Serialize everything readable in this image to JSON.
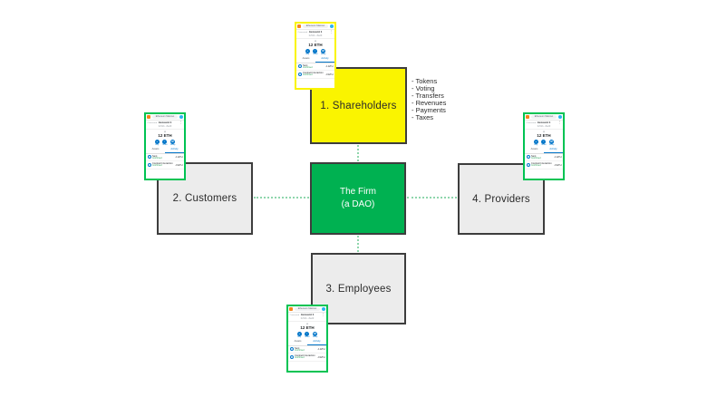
{
  "colors": {
    "yellow": "#FAF400",
    "green": "#00B151",
    "wallet-green": "#00C353",
    "gray-fill": "#ECECEC",
    "box-border": "#3D3D3D",
    "dotted": "#8FD6AC",
    "text": "#2B2B2B",
    "metamask-orange": "#F6851B",
    "metamask-blue": "#0376C9"
  },
  "boxes": {
    "shareholders": {
      "label": "1. Shareholders"
    },
    "customers": {
      "label": "2. Customers"
    },
    "employees": {
      "label": "3. Employees"
    },
    "providers": {
      "label": "4. Providers"
    },
    "firm": {
      "line1": "The Firm",
      "line2": "(a DAO)"
    }
  },
  "shareholder_attributes": [
    "- Tokens",
    "- Voting",
    "- Transfers",
    "- Revenues",
    "- Payments",
    "- Taxes"
  ],
  "connections": [
    "firm-shareholders",
    "firm-customers",
    "firm-providers",
    "firm-employees"
  ],
  "wallet": {
    "network": "Ethereum Mainnet",
    "account": "Account 1",
    "address": "0x51b...8a29",
    "connected": "Connected",
    "menu_icon": "⋮",
    "eth_icon": "◆",
    "balance": "12 ETH",
    "actions": [
      {
        "label": "Buy",
        "glyph": "+"
      },
      {
        "label": "Send",
        "glyph": "↑"
      },
      {
        "label": "Swap",
        "glyph": "⇄"
      }
    ],
    "tabs": [
      "Assets",
      "Activity"
    ],
    "rows": [
      {
        "title": "Sent",
        "status": "Confirmed",
        "amount": "-1 ETH"
      },
      {
        "title": "Contract Interaction",
        "status": "Confirmed",
        "amount": "-0 ETH"
      }
    ]
  }
}
